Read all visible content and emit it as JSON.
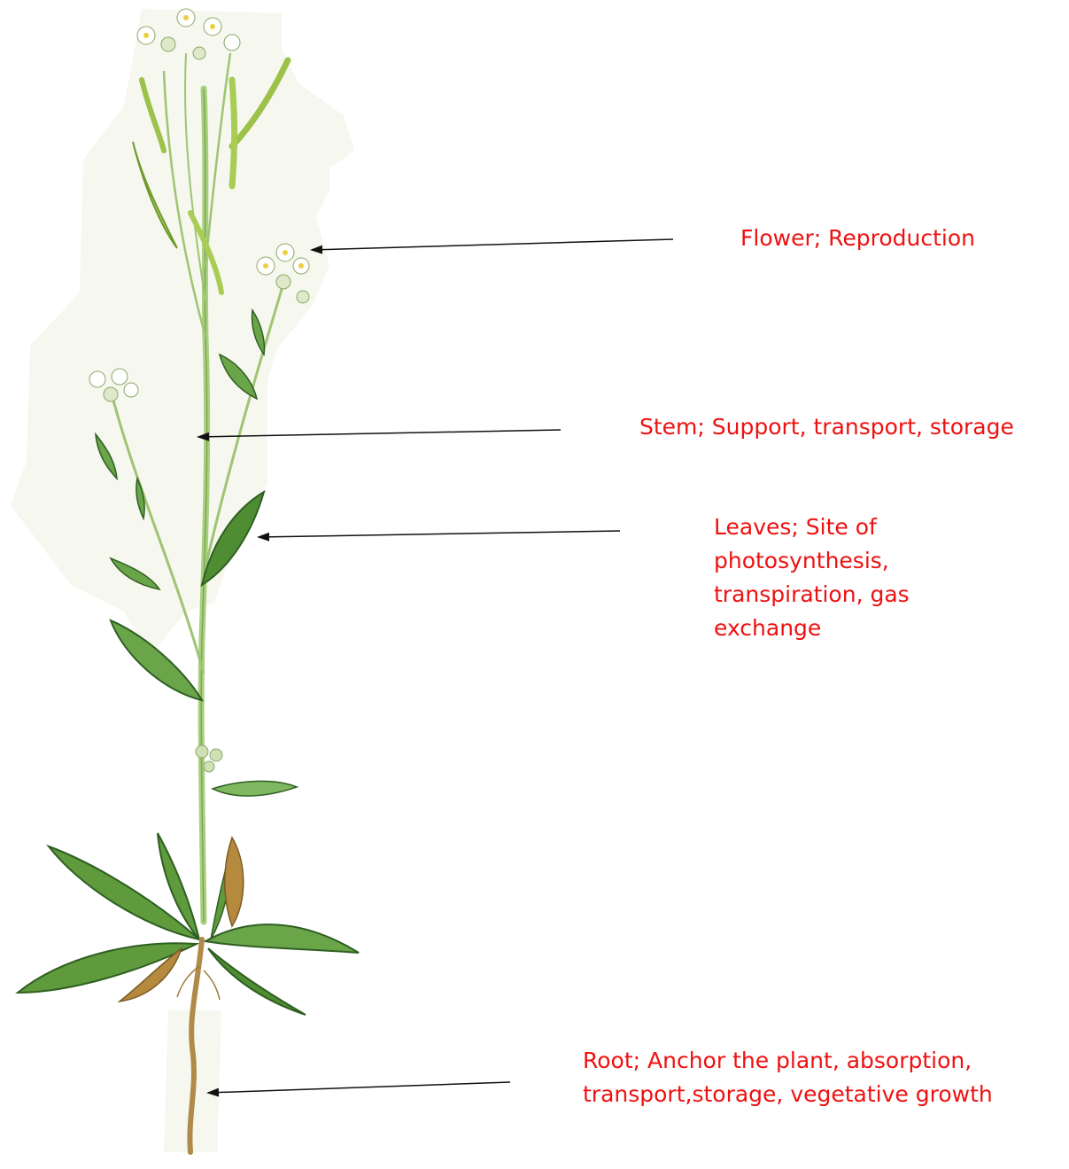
{
  "labels": {
    "flower": "Flower; Reproduction",
    "stem": "Stem; Support, transport, storage",
    "leaves": "Leaves; Site of photosynthesis, transpiration, gas exchange",
    "root": "Root; Anchor the plant, absorption, transport,storage, vegetative growth"
  },
  "colors": {
    "label_text": "#ee1111",
    "arrow": "#111111",
    "leaf": "#5f9a3c",
    "leaf_dark": "#2f5f22",
    "stem": "#a9cf7f",
    "root": "#b08a48",
    "background_patch": "#f6f7ee",
    "flower_petal": "#ffffff",
    "flower_center": "#e8d040"
  }
}
